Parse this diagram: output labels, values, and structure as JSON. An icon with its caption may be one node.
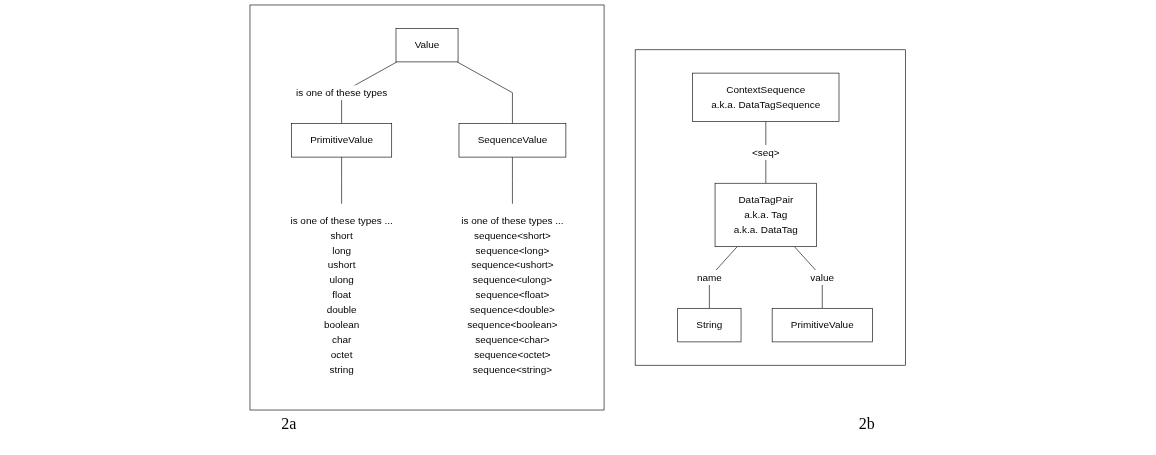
{
  "diagram": {
    "nodes": [
      {
        "text": [],
        "shape": "box"
      },
      {
        "text": [
          "Value"
        ],
        "in": 0
      },
      {
        "text": [
          "PrimitiveValue"
        ],
        "in": 0
      },
      {
        "text": [
          "SequenceValue"
        ],
        "in": 0
      },
      {
        "text": [
          "is one of these types ...",
          "short",
          "long",
          "ushort",
          "ulong",
          "float",
          "double",
          "boolean",
          "char",
          "octet",
          "string"
        ],
        "in": 0
      },
      {
        "text": [
          "is one of these types ...",
          "sequence<short>",
          "sequence<long>",
          "sequence<ushort>",
          "sequence<ulong>",
          "sequence<float>",
          "sequence<double>",
          "sequence<boolean>",
          "sequence<char>",
          "sequence<octet>",
          "sequence<string>"
        ],
        "in": 0
      },
      {
        "text": [],
        "shape": "box"
      },
      {
        "text": [
          "ContextSequence",
          "a.k.a. DataTagSequence"
        ],
        "in": 6
      },
      {
        "text": [
          "DataTagPair",
          "a.k.a. Tag",
          "a.k.a. DataTag"
        ],
        "in": 6
      },
      {
        "text": [
          "String"
        ],
        "in": 6
      },
      {
        "text": [
          "PrimitiveValue"
        ],
        "in": 6
      }
    ],
    "edges": [
      {
        "from": 1,
        "to": 2,
        "arrow": "none",
        "label": "is one of these types"
      },
      {
        "from": 1,
        "to": 3,
        "arrow": "none"
      },
      {
        "from": 2,
        "to": 4,
        "arrow": "none"
      },
      {
        "from": 3,
        "to": 5,
        "arrow": "none"
      },
      {
        "from": 7,
        "to": 8,
        "arrow": "none",
        "label": "<seq>"
      },
      {
        "from": 8,
        "to": 9,
        "arrow": "none",
        "label": "name"
      },
      {
        "from": 8,
        "to": 10,
        "arrow": "none",
        "label": "value"
      }
    ],
    "labels": [
      "2a",
      "2b"
    ]
  }
}
